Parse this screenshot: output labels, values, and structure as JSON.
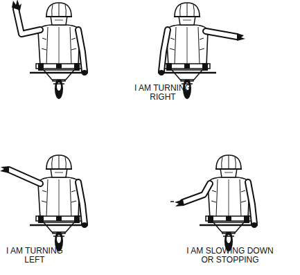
{
  "diagram": {
    "labels": [
      "I AM TURNING RIGHT",
      "I AM TURNING LEFT",
      "I AM SLOWING DOWN OR STOPPING"
    ]
  }
}
